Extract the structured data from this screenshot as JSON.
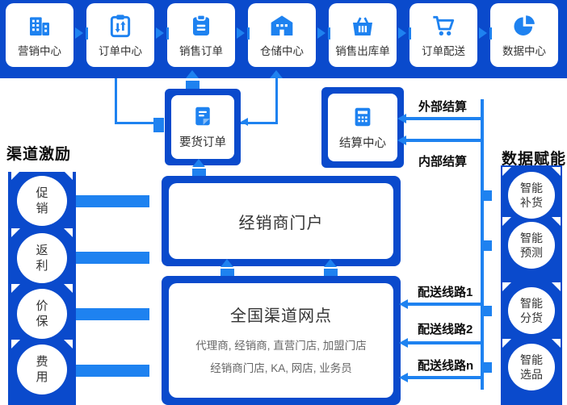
{
  "colors": {
    "deep_blue": "#0a4acc",
    "accent_blue": "#1e82f0",
    "text_dark": "#333333",
    "text_muted": "#666666"
  },
  "top": {
    "boxes": [
      {
        "label": "营销中心",
        "icon": "buildings-icon"
      },
      {
        "label": "订单中心",
        "icon": "order-sync-icon"
      },
      {
        "label": "销售订单",
        "icon": "clipboard-icon"
      },
      {
        "label": "仓储中心",
        "icon": "warehouse-icon"
      },
      {
        "label": "销售出库单",
        "icon": "basket-icon"
      },
      {
        "label": "订单配送",
        "icon": "cart-icon"
      },
      {
        "label": "数据中心",
        "icon": "pie-chart-icon"
      }
    ]
  },
  "mid": {
    "order_request": {
      "label": "要货订单"
    },
    "settlement": {
      "label": "结算中心"
    },
    "dealer_portal": {
      "label": "经销商门户"
    },
    "network": {
      "title": "全国渠道网点",
      "subtitle1": "代理商, 经销商, 直营门店, 加盟门店",
      "subtitle2": "经销商门店, KA, 网店, 业务员"
    }
  },
  "left_panel": {
    "title": "渠道激励",
    "items": [
      "促销",
      "返利",
      "价保",
      "费用"
    ]
  },
  "right_panel": {
    "title": "数据赋能",
    "items": [
      "智能补货",
      "智能预测",
      "智能分货",
      "智能选品"
    ]
  },
  "annotations": {
    "external_settlement": "外部结算",
    "internal_settlement": "内部结算",
    "route1": "配送线路1",
    "route2": "配送线路2",
    "route_n": "配送线路n"
  }
}
